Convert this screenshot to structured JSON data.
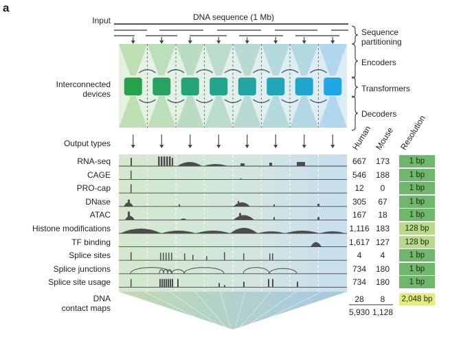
{
  "panel_letter": "a",
  "input_label": "Input",
  "input_title": "DNA sequence (1 Mb)",
  "interconnected_label": [
    "Interconnected",
    "devices"
  ],
  "output_types_label": "Output types",
  "brace_labels": {
    "partitioning": [
      "Sequence",
      "partitioning"
    ],
    "encoders": "Encoders",
    "transformers": "Transformers",
    "decoders": "Decoders"
  },
  "column_headers": {
    "human": "Human",
    "mouse": "Mouse",
    "resolution": "Resolution"
  },
  "rows": [
    {
      "name": "RNA-seq",
      "human": "667",
      "mouse": "173",
      "resolution": "1 bp"
    },
    {
      "name": "CAGE",
      "human": "546",
      "mouse": "188",
      "resolution": "1 bp"
    },
    {
      "name": "PRO-cap",
      "human": "12",
      "mouse": "0",
      "resolution": "1 bp"
    },
    {
      "name": "DNase",
      "human": "305",
      "mouse": "67",
      "resolution": "1 bp"
    },
    {
      "name": "ATAC",
      "human": "167",
      "mouse": "18",
      "resolution": "1 bp"
    },
    {
      "name": "Histone modifications",
      "human": "1,116",
      "mouse": "183",
      "resolution": "128 bp"
    },
    {
      "name": "TF binding",
      "human": "1,617",
      "mouse": "127",
      "resolution": "128 bp"
    },
    {
      "name": "Splice sites",
      "human": "4",
      "mouse": "4",
      "resolution": "1 bp"
    },
    {
      "name": "Splice junctions",
      "human": "734",
      "mouse": "180",
      "resolution": "1 bp"
    },
    {
      "name": "Splice site usage",
      "human": "734",
      "mouse": "180",
      "resolution": "1 bp"
    }
  ],
  "contact_maps": {
    "label": [
      "DNA",
      "contact maps"
    ],
    "human": "28",
    "mouse": "8",
    "resolution": "2,048 bp"
  },
  "totals": {
    "human": "5,930",
    "mouse": "1,128"
  },
  "colors": {
    "device_left": "#27a24a",
    "device_right": "#1ea6e6",
    "res_1bp": "#6fb86b",
    "res_128bp": "#b9d98c",
    "res_2048bp": "#e3ec7f",
    "track_fill": "#4d4d4d"
  }
}
